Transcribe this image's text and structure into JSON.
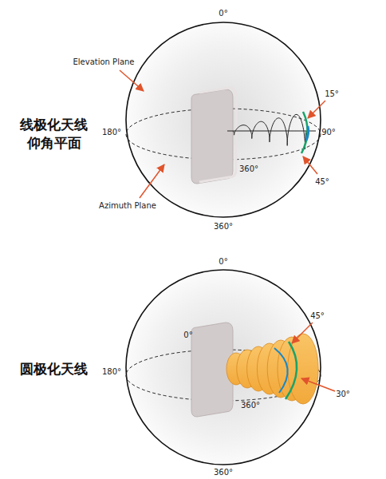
{
  "diagram": {
    "labels": [
      "0°",
      "Elevation Plane",
      "15°",
      "线极化天线 仰角平面",
      "180°",
      "90°",
      "360°",
      "45°",
      "Azimuth Plane",
      "360°",
      "0°",
      "0°",
      "45°",
      "180°",
      "圆极化天线",
      "360°",
      "30°",
      "360°"
    ]
  }
}
